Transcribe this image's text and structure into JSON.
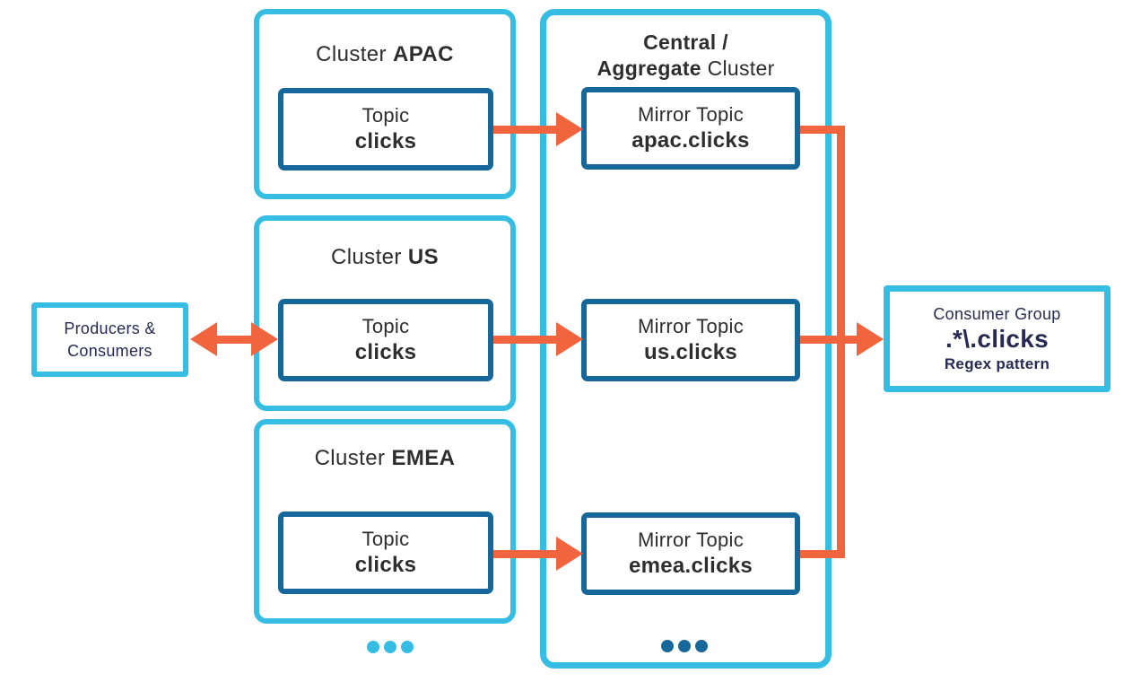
{
  "diagram": {
    "producers_box": {
      "line1": "Producers &",
      "line2": "Consumers"
    },
    "clusters": [
      {
        "title_regular": "Cluster",
        "title_bold": "APAC",
        "topic_label": "Topic",
        "topic_name": "clicks"
      },
      {
        "title_regular": "Cluster",
        "title_bold": "US",
        "topic_label": "Topic",
        "topic_name": "clicks"
      },
      {
        "title_regular": "Cluster",
        "title_bold": "EMEA",
        "topic_label": "Topic",
        "topic_name": "clicks"
      }
    ],
    "central": {
      "title_line1": "Central /",
      "title_line2_bold": "Aggregate",
      "title_line2_regular": "Cluster",
      "mirrors": [
        {
          "label": "Mirror Topic",
          "name": "apac.clicks"
        },
        {
          "label": "Mirror Topic",
          "name": "us.clicks"
        },
        {
          "label": "Mirror Topic",
          "name": "emea.clicks"
        }
      ]
    },
    "consumer_group": {
      "label": "Consumer Group",
      "pattern": ".*\\.clicks",
      "caption": "Regex pattern"
    },
    "colors": {
      "cyan": "#36bde4",
      "dark_blue": "#17689a",
      "orange": "#f0643e",
      "navy_text": "#272a52",
      "dark_text": "#2e2e2e"
    }
  }
}
